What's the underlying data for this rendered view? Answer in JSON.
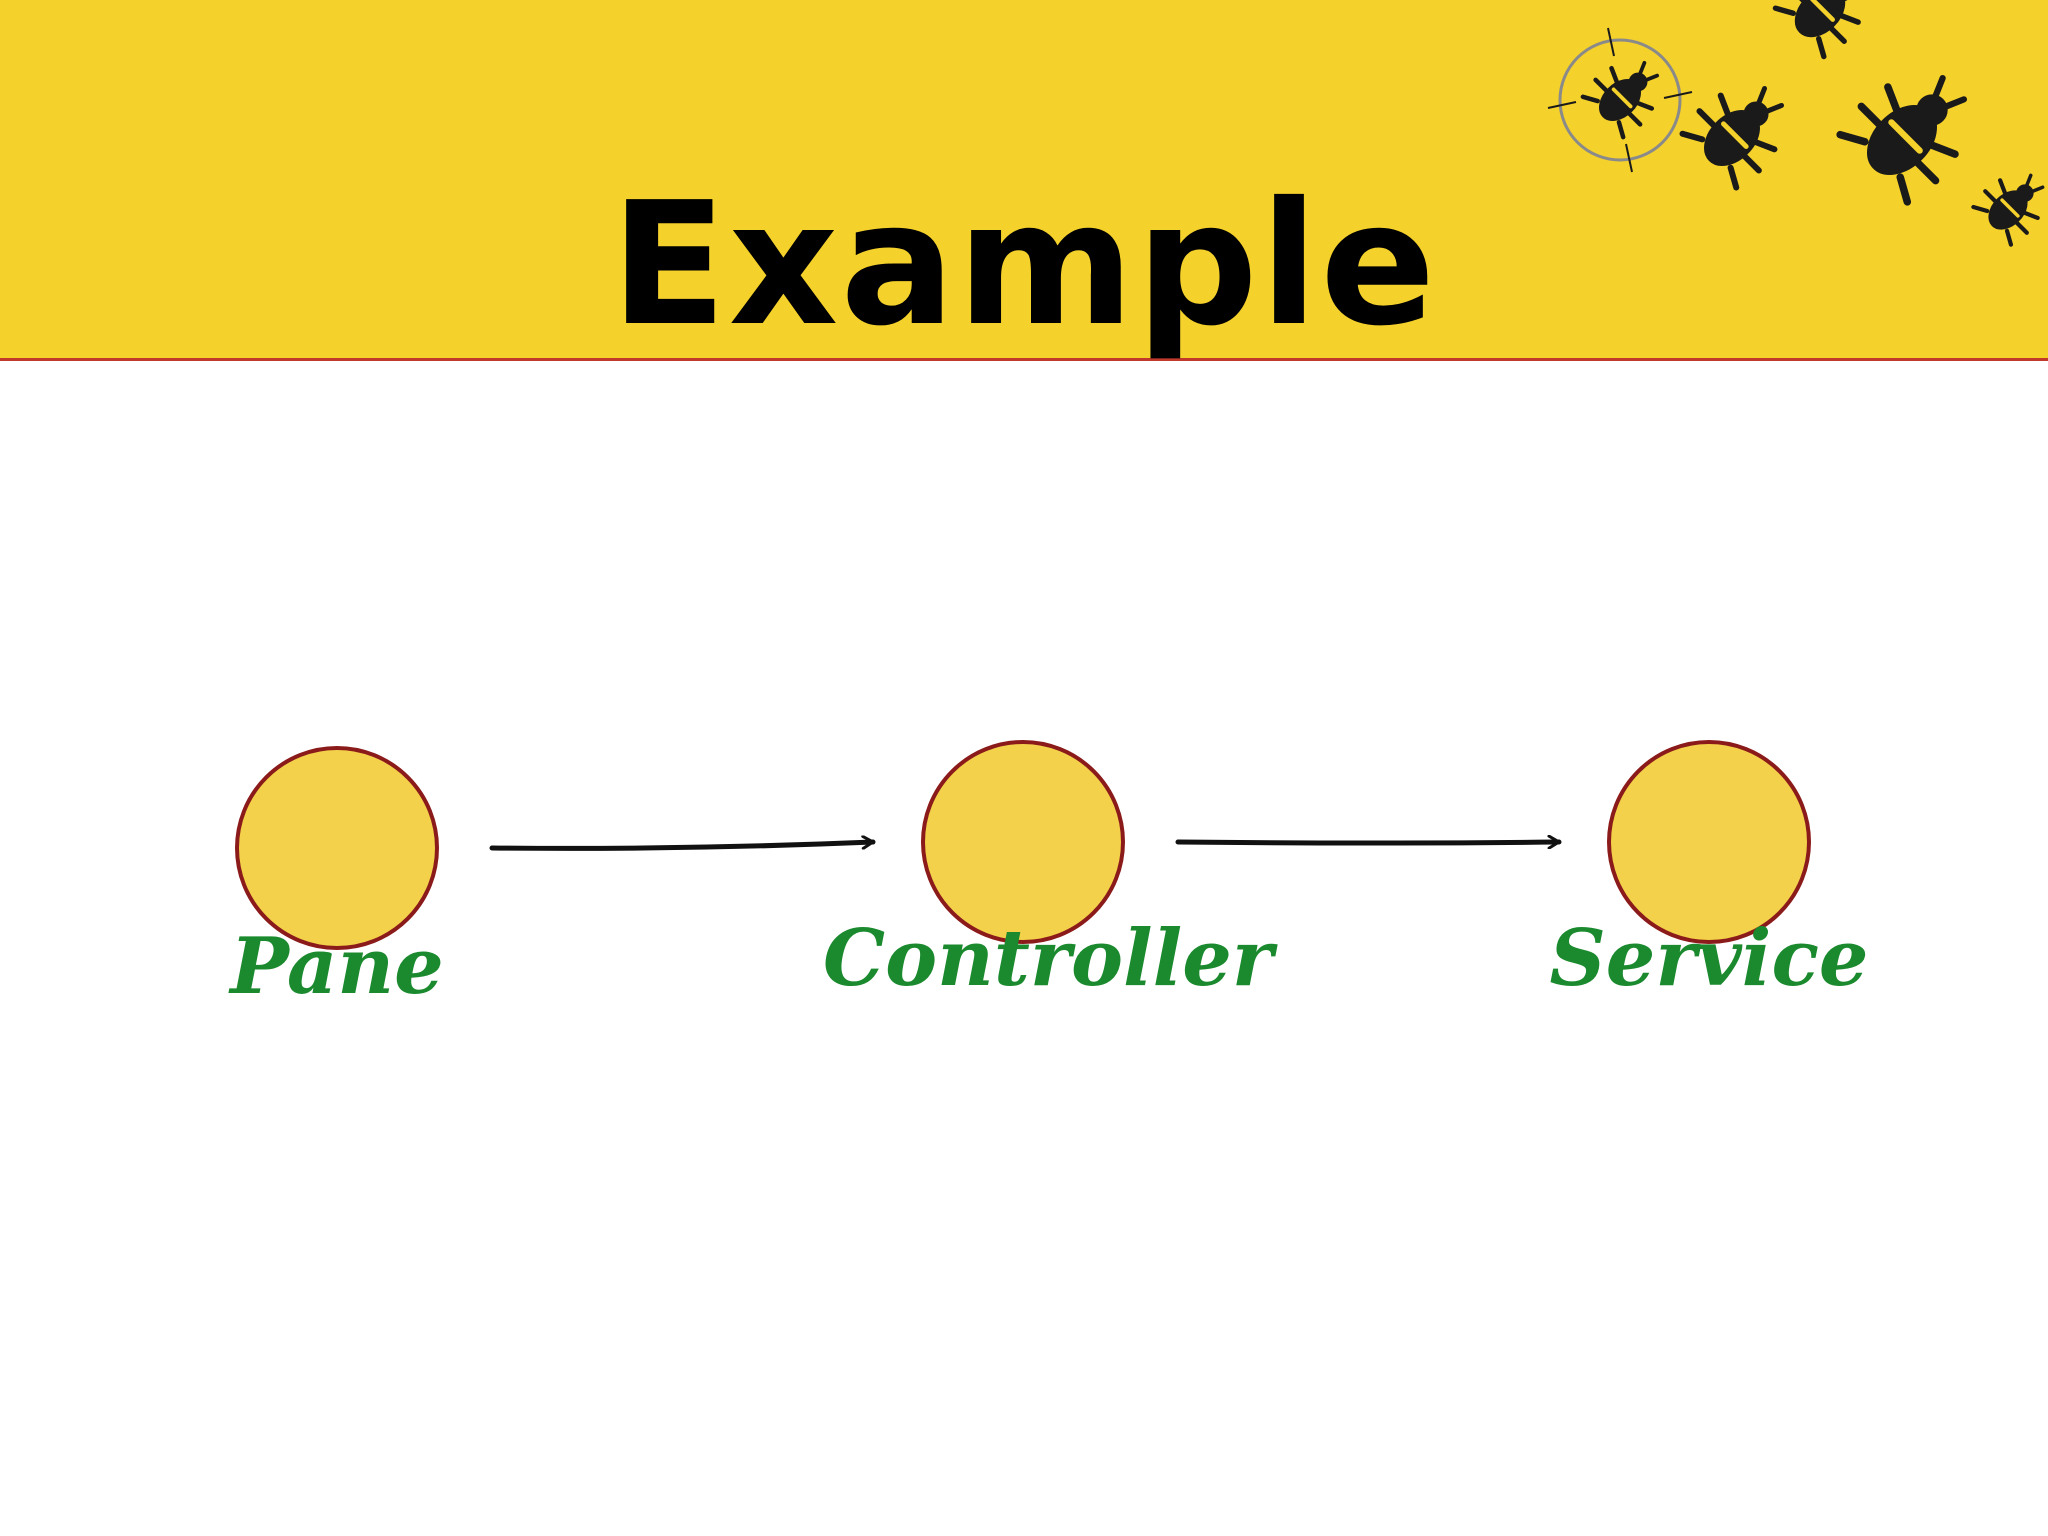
{
  "slide": {
    "title": "Example"
  },
  "colors": {
    "header_background": "#f5d12b",
    "header_rule": "#c0392b",
    "node_fill": "#f3d14a",
    "node_stroke": "#8b1a1a",
    "label_color": "#1b8a2e",
    "arrow_color": "#111111",
    "bug_color": "#1a1a1a",
    "target_ring": "#8a8a8a"
  },
  "decoration": {
    "icon": "bug-swarm-icon"
  },
  "diagram": {
    "nodes": [
      {
        "id": "pane",
        "label": "Pane"
      },
      {
        "id": "controller",
        "label": "Controller"
      },
      {
        "id": "service",
        "label": "Service"
      }
    ],
    "edges": [
      {
        "from": "pane",
        "to": "controller"
      },
      {
        "from": "controller",
        "to": "service"
      }
    ]
  }
}
